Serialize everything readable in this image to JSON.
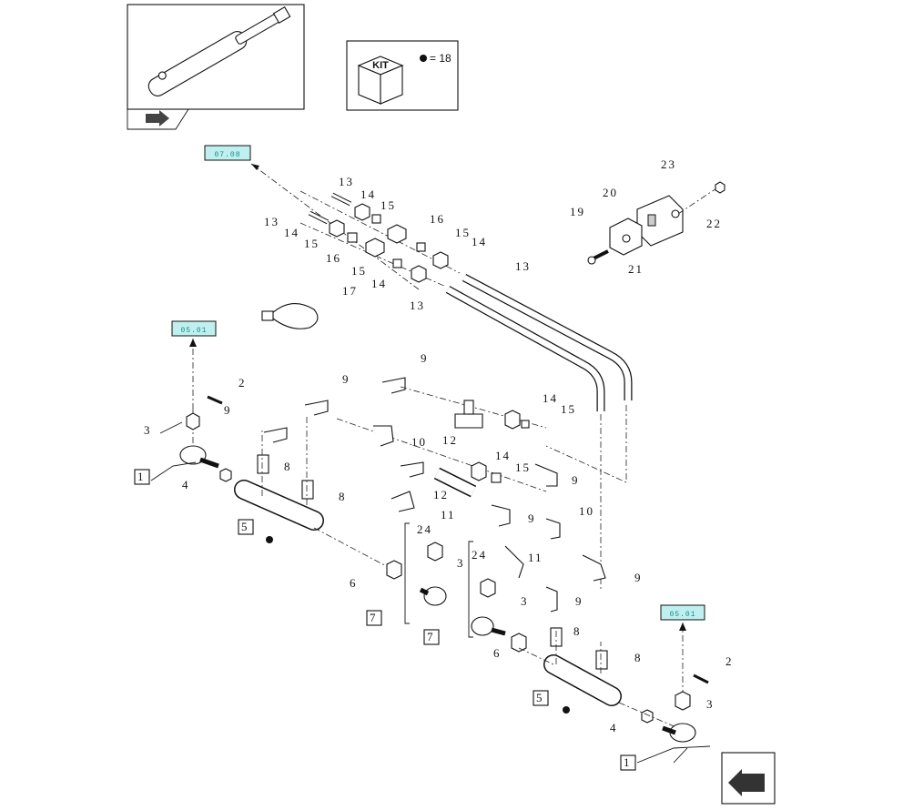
{
  "kit_box": {
    "label": "KIT",
    "equals": "= 18"
  },
  "references": [
    {
      "id": "ref-top",
      "text": "07.08"
    },
    {
      "id": "ref-left",
      "text": "05.01"
    },
    {
      "id": "ref-right",
      "text": "05.01"
    }
  ],
  "callouts": [
    "13",
    "14",
    "15",
    "13",
    "14",
    "15",
    "16",
    "15",
    "16",
    "14",
    "15",
    "14",
    "13",
    "13",
    "17",
    "23",
    "20",
    "19",
    "22",
    "21",
    "2",
    "3",
    "9",
    "9",
    "9",
    "14",
    "15",
    "10",
    "12",
    "1",
    "4",
    "8",
    "8",
    "14",
    "15",
    "9",
    "12",
    "11",
    "5",
    "24",
    "3",
    "10",
    "9",
    "9",
    "24",
    "11",
    "3",
    "6",
    "7",
    "9",
    "7",
    "8",
    "6",
    "8",
    "2",
    "3",
    "5",
    "4",
    "1"
  ],
  "colors": {
    "ref_fill": "#bff0ef",
    "ref_text": "#1a8a8a",
    "line": "#111111"
  }
}
